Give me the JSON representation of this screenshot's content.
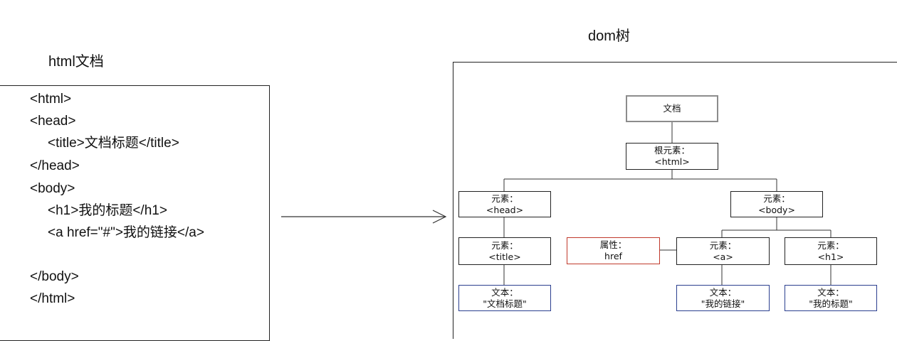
{
  "left_title": "html文档",
  "right_title": "dom树",
  "code_lines": [
    "<html>",
    "<head>",
    "<title>文档标题</title>",
    "</head>",
    "<body>",
    "<h1>我的标题</h1>",
    "<a href=\"#\">我的链接</a>",
    "</body>",
    "</html>"
  ],
  "nodes": {
    "document": {
      "line1": "文档"
    },
    "html": {
      "line1": "根元素：",
      "line2": "<html>"
    },
    "head": {
      "line1": "元素：",
      "line2": "<head>"
    },
    "body": {
      "line1": "元素：",
      "line2": "<body>"
    },
    "title": {
      "line1": "元素：",
      "line2": "<title>"
    },
    "attr_href": {
      "line1": "属性：",
      "line2": "href"
    },
    "a": {
      "line1": "元素：",
      "line2": "<a>"
    },
    "h1": {
      "line1": "元素：",
      "line2": "<h1>"
    },
    "text_title": {
      "line1": "文本：",
      "line2": "\"文档标题\""
    },
    "text_link": {
      "line1": "文本：",
      "line2": "\"我的链接\""
    },
    "text_h1": {
      "line1": "文本：",
      "line2": "\"我的标题\""
    }
  },
  "colors": {
    "node_border": "#222222",
    "document_border": "#8c8c8c",
    "attribute_border": "#c0392b",
    "text_node_border": "#2b3f8f"
  }
}
